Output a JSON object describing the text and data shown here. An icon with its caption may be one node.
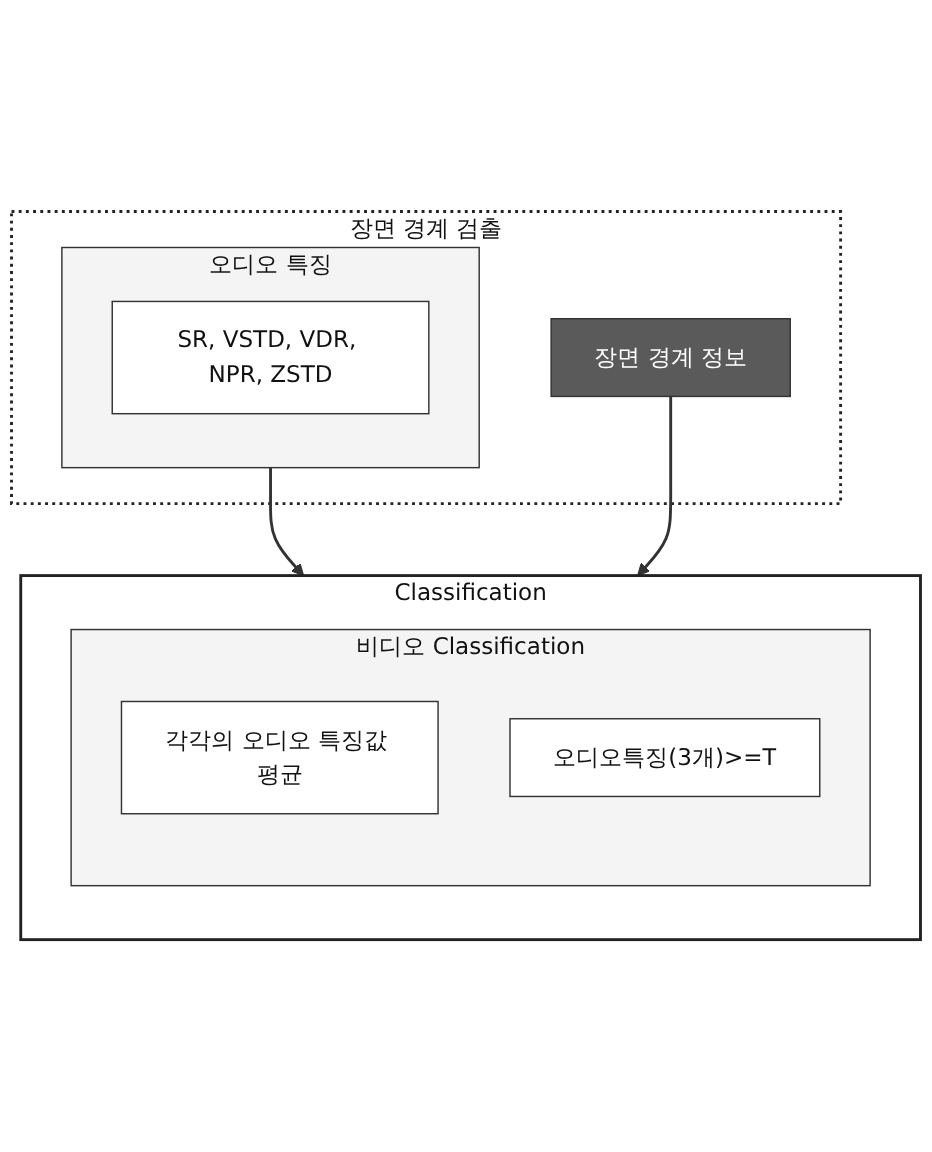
{
  "diagram": {
    "nodes": [
      {
        "text": [
          "장면 경계 검출"
        ]
      },
      {
        "text": [
          "오디오 특징"
        ],
        "in": 0
      },
      {
        "text": [
          "SR, VSTD, VDR, NPR, ZSTD"
        ],
        "in": 1
      },
      {
        "text": [
          "장면 경계 정보"
        ],
        "in": 0
      },
      {
        "text": [
          "Classification"
        ]
      },
      {
        "text": [
          "비디오 Classification"
        ],
        "in": 4
      },
      {
        "text": [
          "각각의 오디오 특징값 평균"
        ],
        "in": 5
      },
      {
        "text": [
          "오디오특징(3개)>=T"
        ],
        "in": 5
      }
    ],
    "edges": [
      {
        "from": 1,
        "to": 4,
        "arrow": "to"
      },
      {
        "from": 3,
        "to": 4,
        "arrow": "to"
      }
    ]
  }
}
